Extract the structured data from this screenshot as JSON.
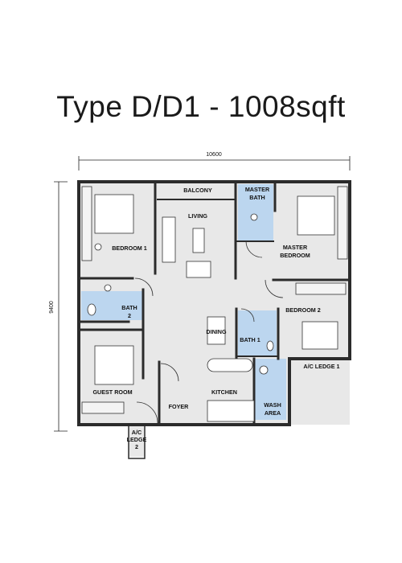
{
  "title": "Type D/D1 - 1008sqft",
  "dimensions": {
    "width": "10600",
    "height": "9400"
  },
  "rooms": {
    "balcony": "BALCONY",
    "master_bath_1": "MASTER",
    "master_bath_2": "BATH",
    "living": "LIVING",
    "bedroom1": "BEDROOM 1",
    "master_bedroom_1": "MASTER",
    "master_bedroom_2": "BEDROOM",
    "bath2_1": "BATH",
    "bath2_2": "2",
    "bedroom2": "BEDROOM 2",
    "dining": "DINING",
    "bath1": "BATH 1",
    "ac_ledge1": "A/C LEDGE 1",
    "guest_room": "GUEST ROOM",
    "kitchen": "KITCHEN",
    "foyer": "FOYER",
    "wash_area_1": "WASH",
    "wash_area_2": "AREA",
    "ac_ledge2_1": "A/C",
    "ac_ledge2_2": "LEDGE",
    "ac_ledge2_3": "2"
  },
  "colors": {
    "wall": "#2b2b2b",
    "floor": "#e6e6e6",
    "wet": "#bcd6ef",
    "line": "#333333"
  }
}
